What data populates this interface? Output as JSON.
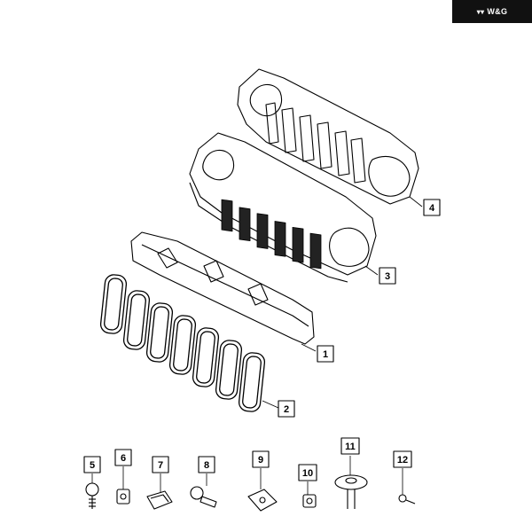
{
  "brand": {
    "logo_glyph": "▾▾",
    "name": "W&G"
  },
  "callouts": [
    "1",
    "2",
    "3",
    "4",
    "5",
    "6",
    "7",
    "8",
    "9",
    "10",
    "11",
    "12"
  ],
  "colors": {
    "line": "#000000",
    "fill": "#ffffff",
    "brand_bg": "#111111"
  }
}
